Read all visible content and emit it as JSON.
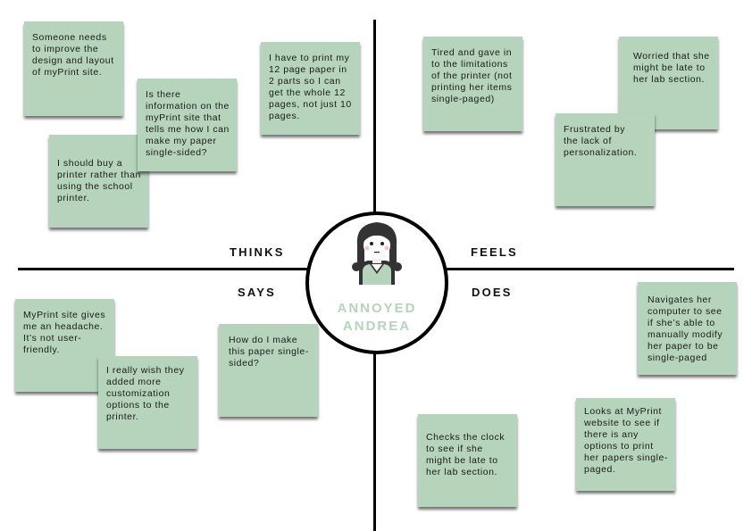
{
  "quadrants": {
    "thinks": "THINKS",
    "feels": "FEELS",
    "says": "SAYS",
    "does": "DOES"
  },
  "persona": {
    "line1": "ANNOYED",
    "line2": "ANDREA",
    "icon": "girl-avatar-icon"
  },
  "colors": {
    "note": "#b5d4bb",
    "persona_text": "#b5d4bb",
    "lines": "#000000"
  },
  "thinks": [
    "Someone needs to improve the design and layout of myPrint site.",
    "I should buy a printer rather than using the school printer.",
    "Is there information on the myPrint site that tells me how I can make my paper single-sided?",
    "I have to print my 12 page paper in 2 parts so I can get the whole 12 pages, not just 10 pages."
  ],
  "feels": [
    "Tired and gave in to the limitations of the printer (not printing her items single-paged)",
    "Worried that she might be late to her lab section.",
    "Frustrated by the lack of personalization."
  ],
  "says": [
    "MyPrint site gives me an headache. It’s not user-friendly.",
    "I really wish they added more customization options to the printer.",
    "How do I make this paper single-sided?"
  ],
  "does": [
    "Navigates her computer to see if she’s able to manually modify her paper to be single-paged",
    "Looks at MyPrint website to see if there is any options to print her papers single-paged.",
    "Checks the clock to see if she might be late to her lab section."
  ]
}
